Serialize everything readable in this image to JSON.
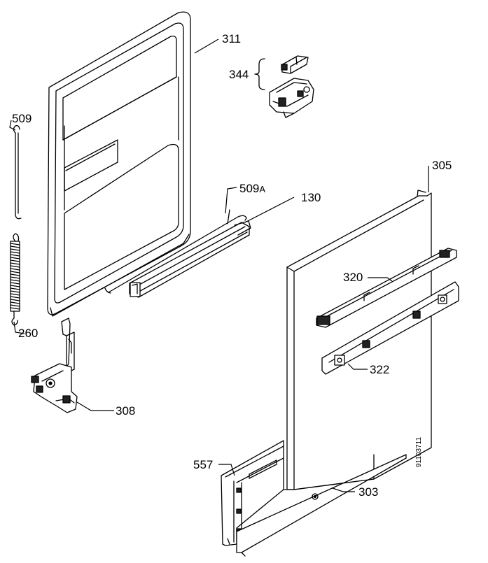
{
  "labels": {
    "l311": "311",
    "l344": "344",
    "l509": "509",
    "l509a_main": "509",
    "l509a_suffix": "A",
    "l130": "130",
    "l305": "305",
    "l260": "260",
    "l320": "320",
    "l322": "322",
    "l308": "308",
    "l557": "557",
    "l303": "303",
    "drawing_code": "91103711"
  },
  "colors": {
    "line": "#000000",
    "fill_light": "#ffffff",
    "fill_dark": "#222222"
  }
}
